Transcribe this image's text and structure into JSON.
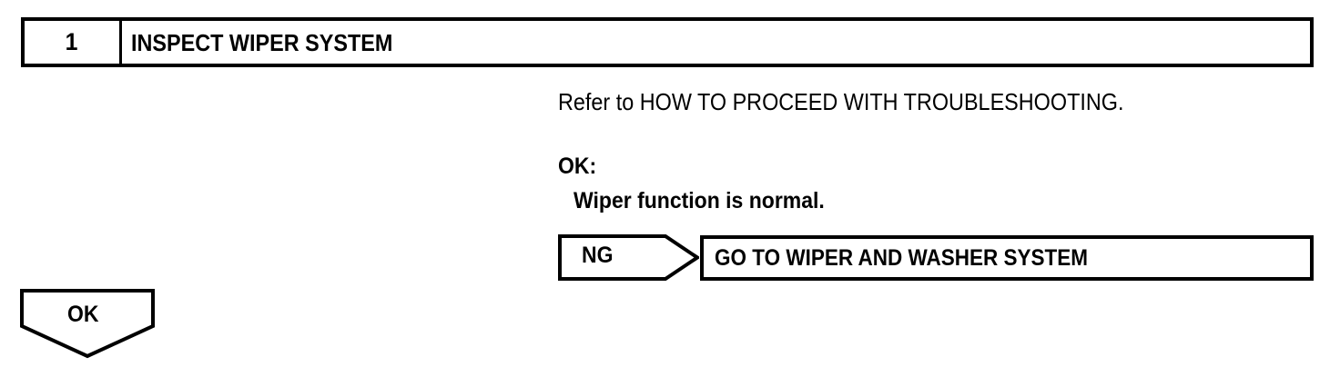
{
  "step": {
    "number": "1",
    "title": "INSPECT WIPER SYSTEM"
  },
  "instructions": {
    "refer_line": "Refer to HOW TO PROCEED WITH TROUBLESHOOTING.",
    "result_label": "OK:",
    "result_detail": "Wiper function is normal."
  },
  "branches": {
    "ng": {
      "connector_label": "NG",
      "target_label": "GO TO WIPER AND WASHER SYSTEM",
      "connector_icon": "arrow-right-pentagon-icon"
    },
    "ok": {
      "connector_label": "OK",
      "connector_icon": "arrow-down-pentagon-icon"
    }
  },
  "colors": {
    "ink": "#000000",
    "paper": "#ffffff"
  }
}
